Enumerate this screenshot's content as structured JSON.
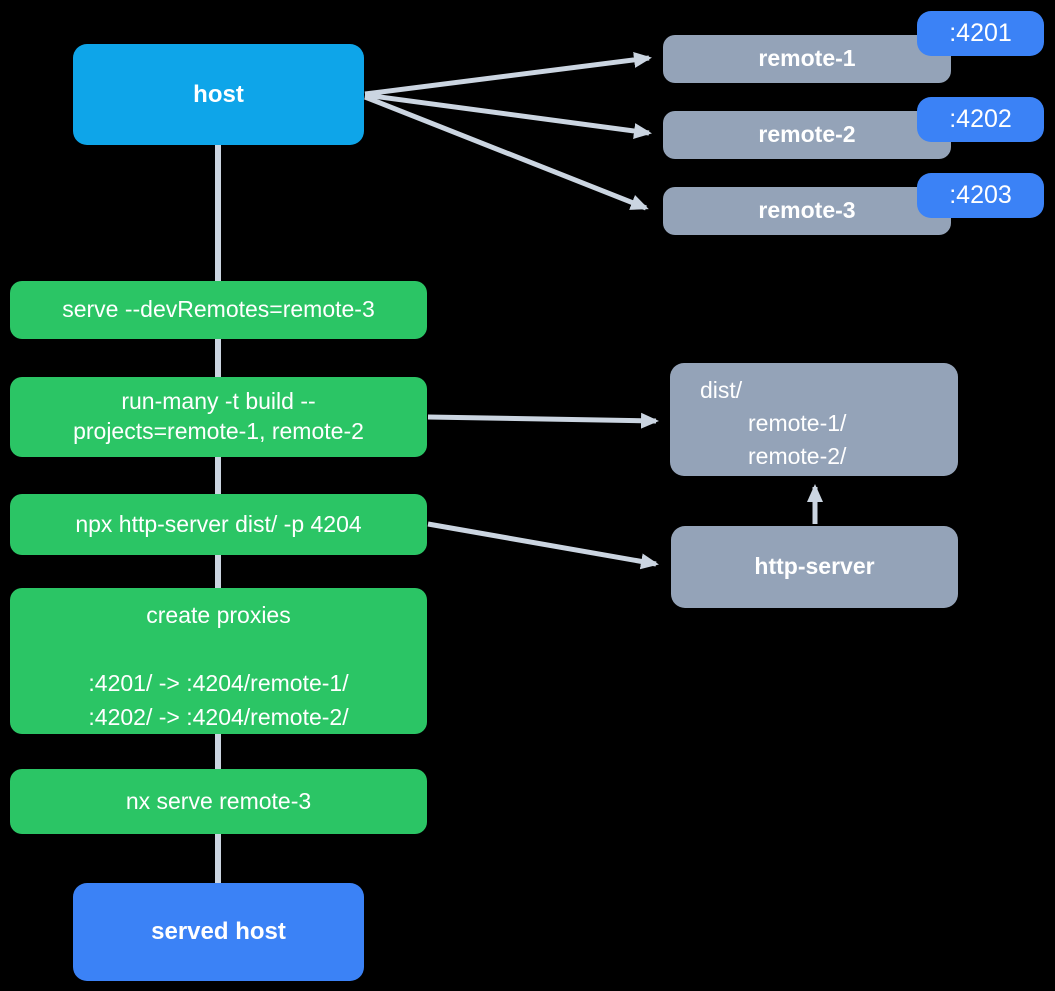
{
  "colors": {
    "host": "#0ea5e9",
    "badge": "#3b82f6",
    "served": "#3b82f6",
    "node": "#94a3b8",
    "command": "#2bc565",
    "arrow": "#cbd5e1",
    "text": "#ffffff",
    "background": "#000000"
  },
  "host": {
    "label": "host"
  },
  "remotes": [
    {
      "label": "remote-1",
      "port": ":4201"
    },
    {
      "label": "remote-2",
      "port": ":4202"
    },
    {
      "label": "remote-3",
      "port": ":4203"
    }
  ],
  "commands": [
    {
      "line1": "serve --devRemotes=remote-3"
    },
    {
      "line1": "run-many -t build --",
      "line2": "projects=remote-1, remote-2"
    },
    {
      "line1": "npx http-server dist/ -p 4204"
    },
    {
      "title": "create proxies",
      "rule1": ":4201/ -> :4204/remote-1/",
      "rule2": ":4202/ -> :4204/remote-2/"
    },
    {
      "line1": "nx serve remote-3"
    }
  ],
  "dist_folder": {
    "line1": "dist/",
    "line2": "remote-1/",
    "line3": "remote-2/"
  },
  "http_server": {
    "label": "http-server"
  },
  "served_host": {
    "label": "served host"
  }
}
